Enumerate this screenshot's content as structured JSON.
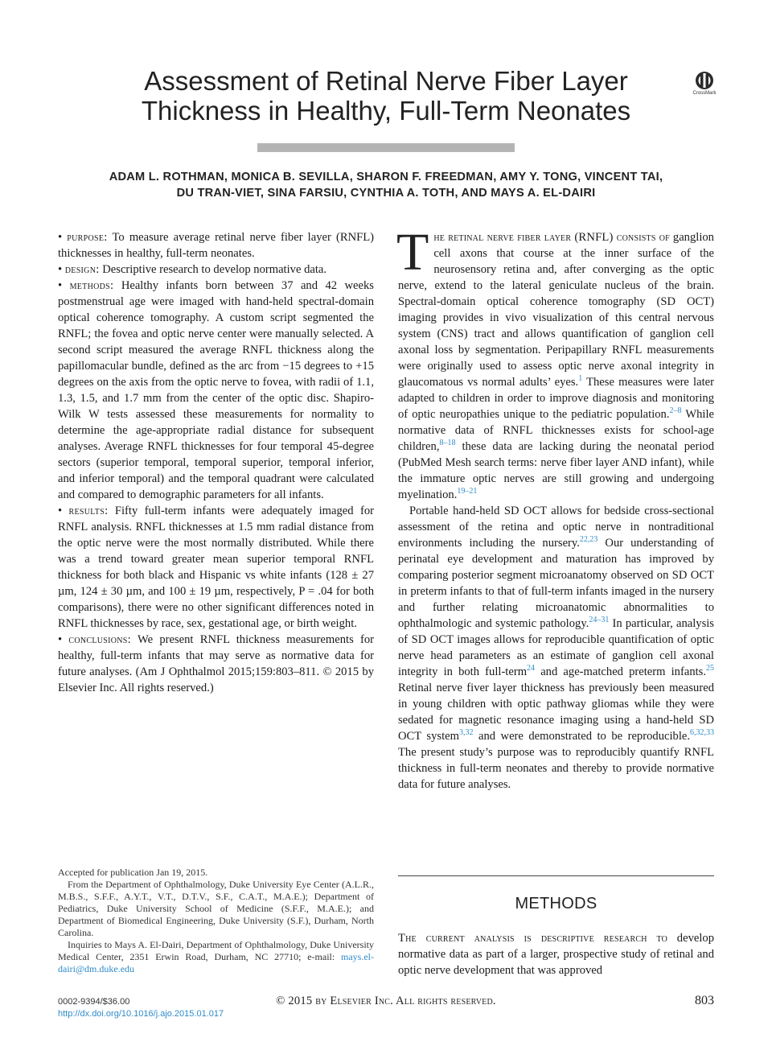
{
  "title": {
    "line1": "Assessment of Retinal Nerve Fiber Layer",
    "line2": "Thickness in Healthy, Full-Term Neonates"
  },
  "crossmark": {
    "label": "CrossMark",
    "icon": "crossmark-icon"
  },
  "authors": {
    "line1": "ADAM L. ROTHMAN, MONICA B. SEVILLA, SHARON F. FREEDMAN, AMY Y. TONG, VINCENT TAI,",
    "line2": "DU TRAN-VIET, SINA FARSIU, CYNTHIA A. TOTH, AND MAYS A. EL-DAIRI"
  },
  "abstract": {
    "purpose_label": "purpose:",
    "purpose_text": "To measure average retinal nerve fiber layer (RNFL) thicknesses in healthy, full-term neonates.",
    "design_label": "design:",
    "design_text": "Descriptive research to develop normative data.",
    "methods_label": "methods:",
    "methods_text": "Healthy infants born between 37 and 42 weeks postmenstrual age were imaged with hand-held spectral-domain optical coherence tomography. A custom script segmented the RNFL; the fovea and optic nerve center were manually selected. A second script measured the average RNFL thickness along the papillomacular bundle, defined as the arc from −15 degrees to +15 degrees on the axis from the optic nerve to fovea, with radii of 1.1, 1.3, 1.5, and 1.7 mm from the center of the optic disc. Shapiro-Wilk W tests assessed these measurements for normality to determine the age-appropriate radial distance for subsequent analyses. Average RNFL thicknesses for four temporal 45-degree sectors (superior temporal, temporal superior, temporal inferior, and inferior temporal) and the temporal quadrant were calculated and compared to demographic parameters for all infants.",
    "results_label": "results:",
    "results_text": "Fifty full-term infants were adequately imaged for RNFL analysis. RNFL thicknesses at 1.5 mm radial distance from the optic nerve were the most normally distributed. While there was a trend toward greater mean superior temporal RNFL thickness for both black and Hispanic vs white infants (128 ± 27 µm, 124 ± 30 µm, and 100 ± 19 µm, respectively, P = .04 for both comparisons), there were no other significant differences noted in RNFL thicknesses by race, sex, gestational age, or birth weight.",
    "conclusions_label": "conclusions:",
    "conclusions_text": "We present RNFL thickness measurements for healthy, full-term infants that may serve as normative data for future analyses. (Am J Ophthalmol 2015;159:803–811. © 2015 by Elsevier Inc. All rights reserved.)"
  },
  "intro": {
    "dropcap": "T",
    "lead": "he retinal nerve fiber layer (RNFL) consists of",
    "p1a": "ganglion cell axons that course at the inner surface of the neurosensory retina and, after converging as the optic nerve, extend to the lateral geniculate nucleus of the brain. Spectral-domain optical coherence tomography (SD OCT) imaging provides in vivo visualization of this central nervous system (CNS) tract and allows quantification of ganglion cell axonal loss by segmentation. Peripapillary RNFL measurements were originally used to assess optic nerve axonal integrity in glaucomatous vs normal adults’ eyes.",
    "ref1": "1",
    "p1b": "These measures were later adapted to children in order to improve diagnosis and monitoring of optic neuropathies unique to the pediatric population.",
    "ref2": "2–8",
    "p1c": "While normative data of RNFL thicknesses exists for school-age children,",
    "ref3": "8–18",
    "p1d": "these data are lacking during the neonatal period (PubMed Mesh search terms: nerve fiber layer AND infant), while the immature optic nerves are still growing and undergoing myelination.",
    "ref4": "19–21",
    "p2a": "Portable hand-held SD OCT allows for bedside cross-sectional assessment of the retina and optic nerve in nontraditional environments including the nursery.",
    "ref5": "22,23",
    "p2b": "Our understanding of perinatal eye development and maturation has improved by comparing posterior segment microanatomy observed on SD OCT in preterm infants to that of full-term infants imaged in the nursery and further relating microanatomic abnormalities to ophthalmologic and systemic pathology.",
    "ref6": "24–31",
    "p2c": "In particular, analysis of SD OCT images allows for reproducible quantification of optic nerve head parameters as an estimate of ganglion cell axonal integrity in both full-term",
    "ref7": "24",
    "p2d": "and age-matched preterm infants.",
    "ref8": "25",
    "p2e": "Retinal nerve fiver layer thickness has previously been measured in young children with optic pathway gliomas while they were sedated for magnetic resonance imaging using a hand-held SD OCT system",
    "ref9": "3,32",
    "p2f": "and were demonstrated to be reproducible.",
    "ref10": "6,32,33",
    "p2g": "The present study’s purpose was to reproducibly quantify RNFL thickness in full-term neonates and thereby to provide normative data for future analyses."
  },
  "methods": {
    "heading": "METHODS",
    "lead": "The current analysis is descriptive research to",
    "text": "develop normative data as part of a larger, prospective study of retinal and optic nerve development that was approved"
  },
  "footnotes": {
    "accepted": "Accepted for publication Jan 19, 2015.",
    "affiliations": "From the Department of Ophthalmology, Duke University Eye Center (A.L.R., M.B.S., S.F.F., A.Y.T., V.T., D.T.V., S.F., C.A.T., M.A.E.); Department of Pediatrics, Duke University School of Medicine (S.F.F., M.A.E.); and Department of Biomedical Engineering, Duke University (S.F.), Durham, North Carolina.",
    "inquiries": "Inquiries to Mays A. El-Dairi, Department of Ophthalmology, Duke University Medical Center, 2351 Erwin Road, Durham, NC 27710; e-mail:",
    "email": "mays.el-dairi@dm.duke.edu"
  },
  "footer": {
    "issn": "0002-9394/$36.00",
    "doi": "http://dx.doi.org/10.1016/j.ajo.2015.01.017",
    "copyright": "© 2015 by Elsevier Inc. All rights reserved.",
    "page_number": "803"
  },
  "colors": {
    "link": "#2e8bc9",
    "rule": "#b4b4b4"
  }
}
